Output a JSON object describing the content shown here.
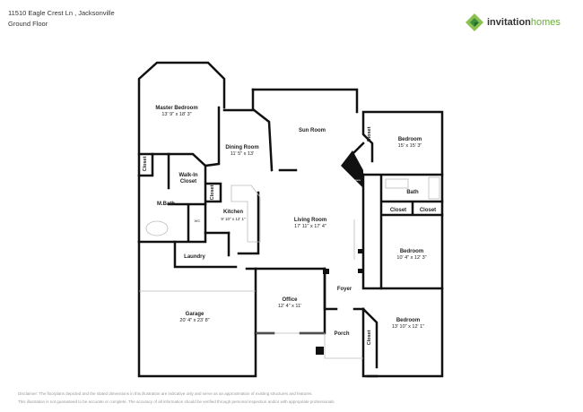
{
  "header": {
    "address": "11510 Eagle Crest Ln , Jacksonville",
    "floor": "Ground Floor"
  },
  "logo": {
    "brand_a": "invitation",
    "brand_b": "homes",
    "color": "#6aab3c"
  },
  "rooms": {
    "master_bedroom": {
      "name": "Master Bedroom",
      "dims": "13' 9\" x 18' 3\""
    },
    "dining_room": {
      "name": "Dining Room",
      "dims": "11' 5\" x 13'"
    },
    "sun_room": {
      "name": "Sun Room"
    },
    "bedroom1": {
      "name": "Bedroom",
      "dims": "15' x 15' 3\""
    },
    "walk_in": {
      "name": "Walk-In Closet"
    },
    "mbath": {
      "name": "M.Bath"
    },
    "wc": {
      "name": "WC"
    },
    "kitchen": {
      "name": "Kitchen",
      "dims": "9' 10\" x 12' 1\""
    },
    "living_room": {
      "name": "Living Room",
      "dims": "17' 11\" x 17' 4\""
    },
    "fireplace": {
      "name": "Fireplace"
    },
    "bath": {
      "name": "Bath"
    },
    "bedroom2": {
      "name": "Bedroom",
      "dims": "10' 4\" x 12' 3\""
    },
    "laundry": {
      "name": "Laundry"
    },
    "foyer": {
      "name": "Foyer"
    },
    "office": {
      "name": "Office",
      "dims": "12' 4\" x 11'"
    },
    "garage": {
      "name": "Garage",
      "dims": "20' 4\" x 23' 8\""
    },
    "porch": {
      "name": "Porch"
    },
    "bedroom3": {
      "name": "Bedroom",
      "dims": "13' 10\" x 12' 1\""
    },
    "closet": "Closet"
  },
  "disclaimer": {
    "line1": "Disclaimer: The floorplans depicted and the stated dimensions in this illustration are indicative only and serve as an approximation of existing structures and features.",
    "line2": "This illustration is not guaranteed to be accurate or complete. The accuracy of all information should be verified through personal inspection and/or with appropriate professionals."
  }
}
